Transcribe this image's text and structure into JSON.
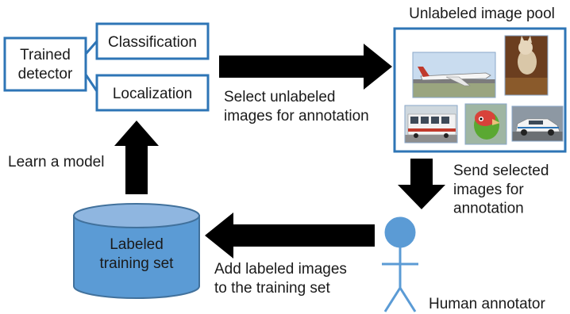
{
  "trained_detector": "Trained\ndetector",
  "classification": "Classification",
  "localization": "Localization",
  "image_pool_title": "Unlabeled image pool",
  "select_label": "Select unlabeled\nimages for annotation",
  "send_label": "Send selected\nimages for\nannotation",
  "learn_label": "Learn a model",
  "dataset_label": "Labeled\ntraining set",
  "add_label": "Add labeled images\nto the training set",
  "annotator_label": "Human annotator",
  "colors": {
    "box_stroke": "#2e75b6",
    "cylinder_fill": "#5b9bd5",
    "cylinder_stroke": "#41719c",
    "arrow": "#000000",
    "stick_figure": "#5b9bd5"
  },
  "pool_images": [
    "airplane",
    "cat",
    "bus",
    "bird",
    "police-car"
  ]
}
